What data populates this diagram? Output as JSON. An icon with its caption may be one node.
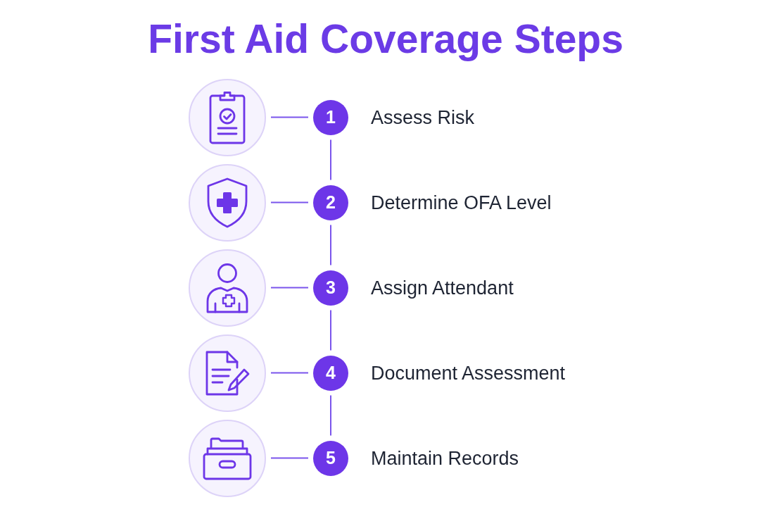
{
  "diagram": {
    "title": "First Aid Coverage Steps",
    "nodes": [
      {
        "text": [],
        "shape": "picture"
      },
      {
        "text": [
          "1"
        ],
        "beside": [
          "Assess Risk"
        ]
      },
      {
        "text": [],
        "shape": "picture"
      },
      {
        "text": [
          "2"
        ],
        "beside": [
          "Determine OFA Level"
        ]
      },
      {
        "text": [],
        "shape": "picture"
      },
      {
        "text": [
          "3"
        ],
        "beside": [
          "Assign Attendant"
        ]
      },
      {
        "text": [],
        "shape": "picture"
      },
      {
        "text": [
          "4"
        ],
        "beside": [
          "Document Assessment"
        ]
      },
      {
        "text": [],
        "shape": "picture"
      },
      {
        "text": [
          "5"
        ],
        "beside": [
          "Maintain Records"
        ]
      }
    ],
    "edges": [
      {
        "from": 0,
        "to": 1,
        "arrow": "none"
      },
      {
        "from": 1,
        "to": 3,
        "arrow": "none"
      },
      {
        "from": 2,
        "to": 3,
        "arrow": "none"
      },
      {
        "from": 3,
        "to": 5,
        "arrow": "none"
      },
      {
        "from": 4,
        "to": 5,
        "arrow": "none"
      },
      {
        "from": 5,
        "to": 7,
        "arrow": "none"
      },
      {
        "from": 6,
        "to": 7,
        "arrow": "none"
      },
      {
        "from": 7,
        "to": 9,
        "arrow": "none"
      },
      {
        "from": 8,
        "to": 9,
        "arrow": "none"
      }
    ]
  }
}
